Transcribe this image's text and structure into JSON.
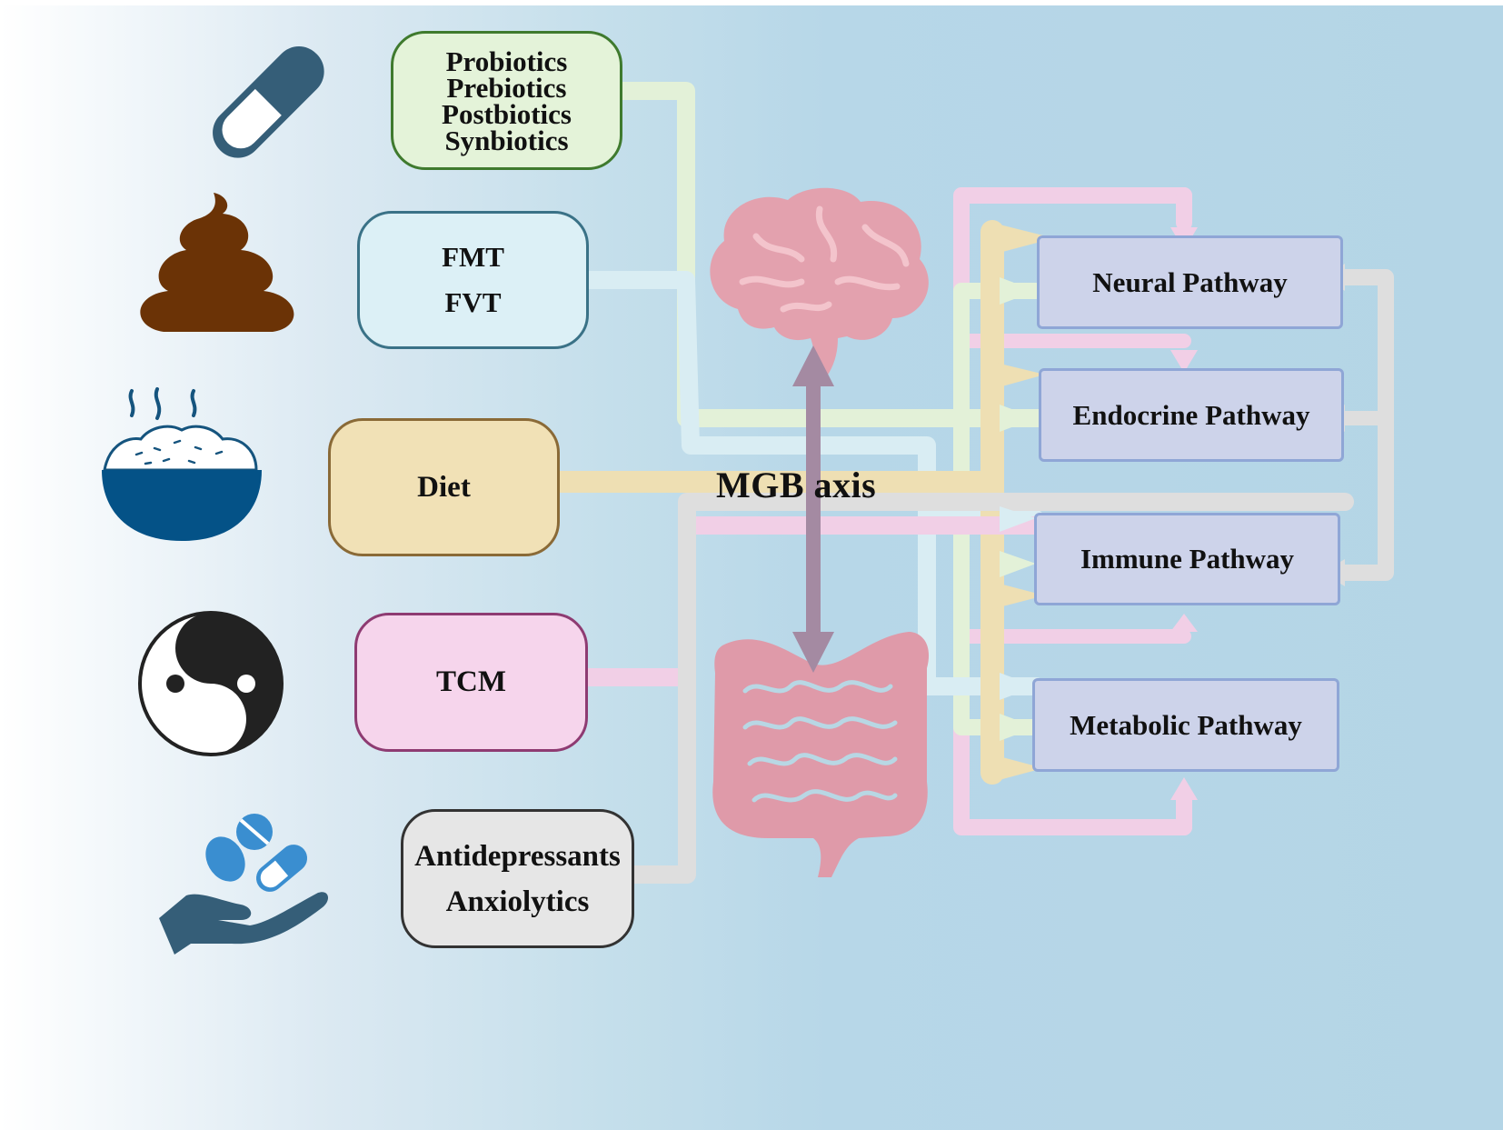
{
  "interventions": {
    "biotics": [
      "Probiotics",
      "Prebiotics",
      "Postbiotics",
      "Synbiotics"
    ],
    "fmt": [
      "FMT",
      "FVT"
    ],
    "diet": "Diet",
    "tcm": "TCM",
    "drugs": [
      "Antidepressants",
      "Anxiolytics"
    ]
  },
  "axis_label": "MGB axis",
  "pathways": {
    "neural": "Neural Pathway",
    "endocrine": "Endocrine Pathway",
    "immune": "Immune Pathway",
    "metabolic": "Metabolic Pathway"
  },
  "icons": [
    "capsule-icon",
    "stool-icon",
    "rice-bowl-icon",
    "yin-yang-icon",
    "pills-hand-icon",
    "brain-icon",
    "intestine-icon"
  ],
  "colors": {
    "biotics_fill": "#e4f3d9",
    "biotics_border": "#3f7a2e",
    "fmt_fill": "#dcf0f6",
    "fmt_border": "#3a7287",
    "diet_fill": "#f1e1b6",
    "diet_border": "#8a6a37",
    "tcm_fill": "#f6d5ec",
    "tcm_border": "#8e3b72",
    "drug_fill": "#e6e6e6",
    "drug_border": "#333333",
    "pathway_fill": "#cdd3ea",
    "pathway_border": "#8fa6d6",
    "axis_arrow": "#a48aa2"
  }
}
